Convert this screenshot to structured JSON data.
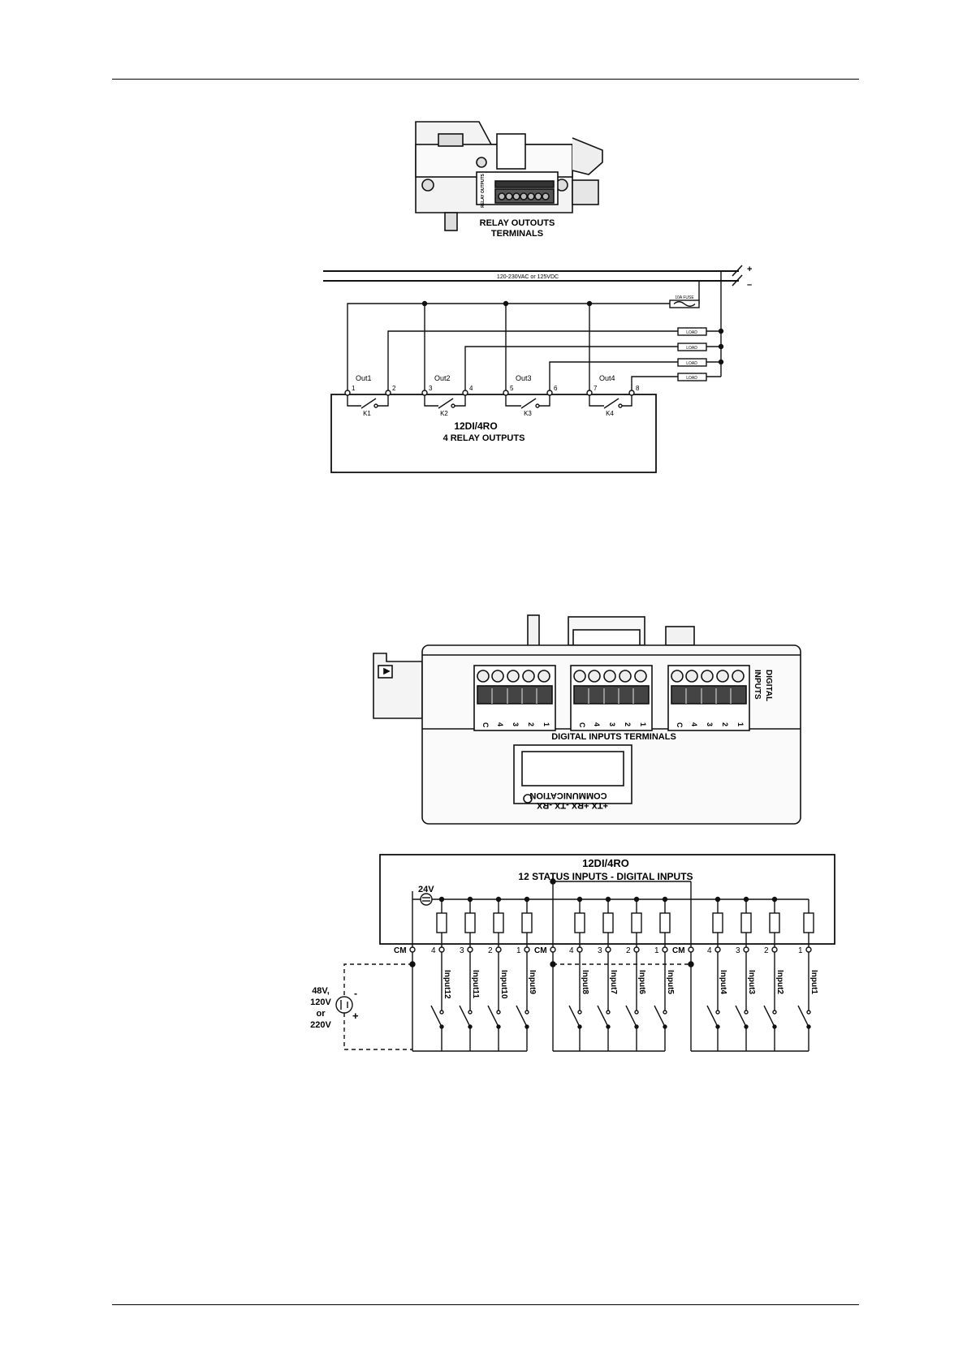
{
  "relay_photo": {
    "caption_line1": "RELAY OUTOUTS",
    "caption_line2": "TERMINALS",
    "terminal_marking": "RELAY OUTPUTS"
  },
  "relay_diagram": {
    "supply_label": "120-230VAC or 125VDC",
    "plus": "+",
    "minus": "–",
    "fuse_label": "10A FUSE",
    "load_label": "LOAD",
    "outputs": [
      "Out1",
      "Out2",
      "Out3",
      "Out4"
    ],
    "relays": [
      "K1",
      "K2",
      "K3",
      "K4"
    ],
    "terminals": [
      "1",
      "2",
      "3",
      "4",
      "5",
      "6",
      "7",
      "8"
    ],
    "module_title": "12DI/4RO",
    "module_subtitle": "4 RELAY OUTPUTS"
  },
  "di_photo": {
    "caption": "DIGITAL INPUTS TERMINALS",
    "side_label_line1": "DIGITAL",
    "side_label_line2": "INPUTS",
    "comm_label": "COMMUNICATION",
    "comm_pins": "+TX +RX -TX -RX",
    "pin_labels": [
      "C",
      "4",
      "3",
      "2",
      "1"
    ]
  },
  "di_diagram": {
    "module_title": "12DI/4RO",
    "module_subtitle": "12 STATUS INPUTS - DIGITAL INPUTS",
    "internal_supply": "24V",
    "cm_label": "CM",
    "pin_numbers": [
      "4",
      "3",
      "2",
      "1"
    ],
    "inputs": [
      "Input12",
      "Input11",
      "Input10",
      "Input9",
      "Input8",
      "Input7",
      "Input6",
      "Input5",
      "Input4",
      "Input3",
      "Input2",
      "Input1"
    ],
    "source_line1": "48V,",
    "source_line2": "120V",
    "source_line3": "or",
    "source_line4": "220V",
    "source_minus": "-",
    "source_plus": "+"
  }
}
